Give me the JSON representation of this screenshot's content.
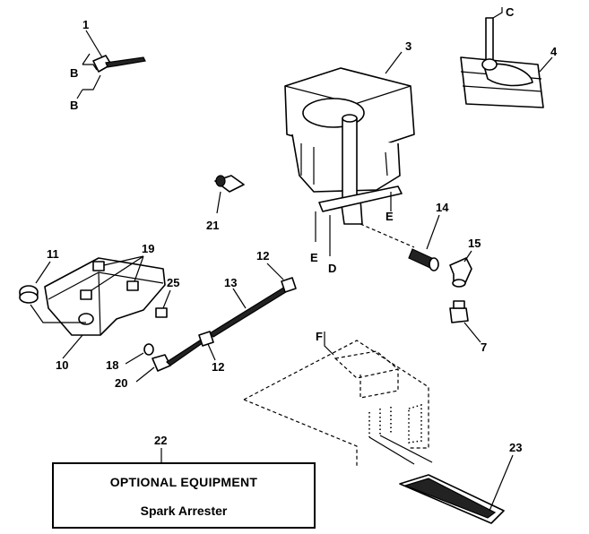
{
  "callouts": {
    "c1": "1",
    "c3": "3",
    "c4": "4",
    "c7": "7",
    "c10": "10",
    "c11": "11",
    "c12a": "12",
    "c12b": "12",
    "c13": "13",
    "c14": "14",
    "c15": "15",
    "c18": "18",
    "c19": "19",
    "c20": "20",
    "c21": "21",
    "c22": "22",
    "c23": "23",
    "c25": "25"
  },
  "connectors": {
    "b1": "B",
    "b2": "B",
    "c": "C",
    "d": "D",
    "e1": "E",
    "e2": "E",
    "f": "F"
  },
  "option_box": {
    "title": "OPTIONAL EQUIPMENT",
    "item": "Spark Arrester"
  }
}
